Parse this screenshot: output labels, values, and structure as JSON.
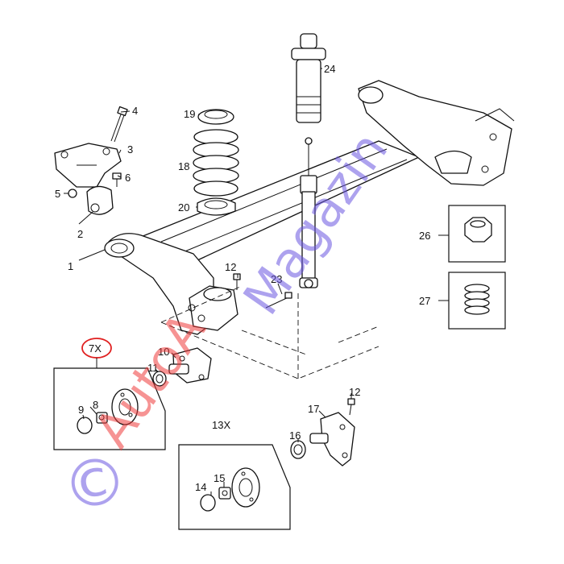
{
  "callouts": {
    "p1": "1",
    "p2": "2",
    "p3": "3",
    "p4": "4",
    "p5": "5",
    "p6": "6",
    "p7x": "7X",
    "p8": "8",
    "p9": "9",
    "p10": "10",
    "p11": "11",
    "p12a": "12",
    "p12b": "12",
    "p13x": "13X",
    "p14": "14",
    "p15": "15",
    "p16": "16",
    "p17": "17",
    "p18": "18",
    "p19": "19",
    "p20": "20",
    "p23": "23",
    "p24": "24",
    "p26": "26",
    "p27": "27"
  },
  "watermark": {
    "symbol": "©",
    "word1": "AutoA",
    "word2": "Magazin"
  },
  "colors": {
    "line": "#111111",
    "highlight_ring": "#e02020",
    "watermark_blue": "#6a55e0",
    "watermark_red": "#ee3a3a"
  }
}
